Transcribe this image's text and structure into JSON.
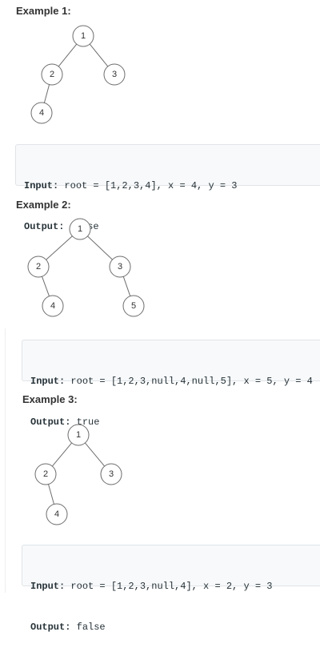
{
  "examples": [
    {
      "heading": "Example 1:",
      "tree": {
        "nodes": [
          {
            "id": "n1",
            "label": "1"
          },
          {
            "id": "n2",
            "label": "2"
          },
          {
            "id": "n3",
            "label": "3"
          },
          {
            "id": "n4",
            "label": "4"
          }
        ],
        "edges": [
          [
            "n1",
            "n2"
          ],
          [
            "n1",
            "n3"
          ],
          [
            "n2",
            "n4"
          ]
        ]
      },
      "input_label": "Input:",
      "input_value": " root = [1,2,3,4], x = 4, y = 3",
      "output_label": "Output:",
      "output_value": " false"
    },
    {
      "heading": "Example 2:",
      "tree": {
        "nodes": [
          {
            "id": "n1",
            "label": "1"
          },
          {
            "id": "n2",
            "label": "2"
          },
          {
            "id": "n3",
            "label": "3"
          },
          {
            "id": "n4",
            "label": "4"
          },
          {
            "id": "n5",
            "label": "5"
          }
        ],
        "edges": [
          [
            "n1",
            "n2"
          ],
          [
            "n1",
            "n3"
          ],
          [
            "n2",
            "n4"
          ],
          [
            "n3",
            "n5"
          ]
        ]
      },
      "input_label": "Input:",
      "input_value": " root = [1,2,3,null,4,null,5], x = 5, y = 4",
      "output_label": "Output:",
      "output_value": " true"
    },
    {
      "heading": "Example 3:",
      "tree": {
        "nodes": [
          {
            "id": "n1",
            "label": "1"
          },
          {
            "id": "n2",
            "label": "2"
          },
          {
            "id": "n3",
            "label": "3"
          },
          {
            "id": "n4",
            "label": "4"
          }
        ],
        "edges": [
          [
            "n1",
            "n2"
          ],
          [
            "n1",
            "n3"
          ],
          [
            "n2",
            "n4"
          ]
        ]
      },
      "input_label": "Input:",
      "input_value": " root = [1,2,3,null,4], x = 2, y = 3",
      "output_label": "Output:",
      "output_value": " false"
    }
  ]
}
